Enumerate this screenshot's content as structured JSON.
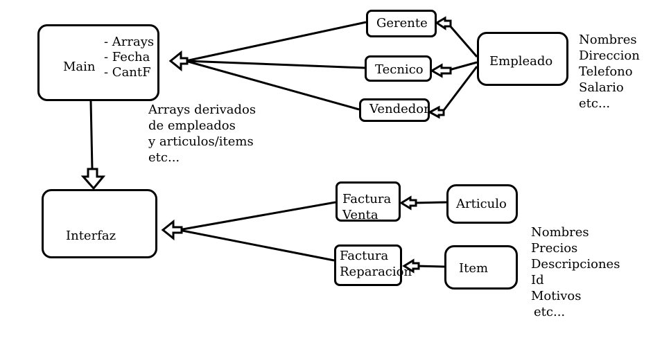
{
  "nodes": {
    "main": {
      "label": "Main",
      "attributes": [
        "- Arrays",
        "- Fecha",
        "- CantF"
      ]
    },
    "interfaz": {
      "label": "Interfaz"
    },
    "gerente": {
      "label": "Gerente"
    },
    "tecnico": {
      "label": "Tecnico"
    },
    "vendedor": {
      "label": "Vendedor"
    },
    "empleado": {
      "label": "Empleado"
    },
    "factura_venta": {
      "label_lines": [
        "Factura",
        "Venta"
      ]
    },
    "factura_reparacion": {
      "label_lines": [
        "Factura",
        "Reparacion"
      ]
    },
    "articulo": {
      "label": "Articulo"
    },
    "item": {
      "label": "Item"
    }
  },
  "notes": {
    "main_arrays": [
      "Arrays derivados",
      "de empleados",
      "y articulos/items",
      "etc..."
    ],
    "empleado_fields": [
      "Nombres",
      "Direccion",
      "Telefono",
      "Salario",
      "etc..."
    ],
    "item_fields": [
      "Nombres",
      "Precios",
      "Descripciones",
      "Id",
      "Motivos",
      "etc..."
    ]
  },
  "colors": {
    "stroke": "#000000",
    "background": "#ffffff"
  }
}
